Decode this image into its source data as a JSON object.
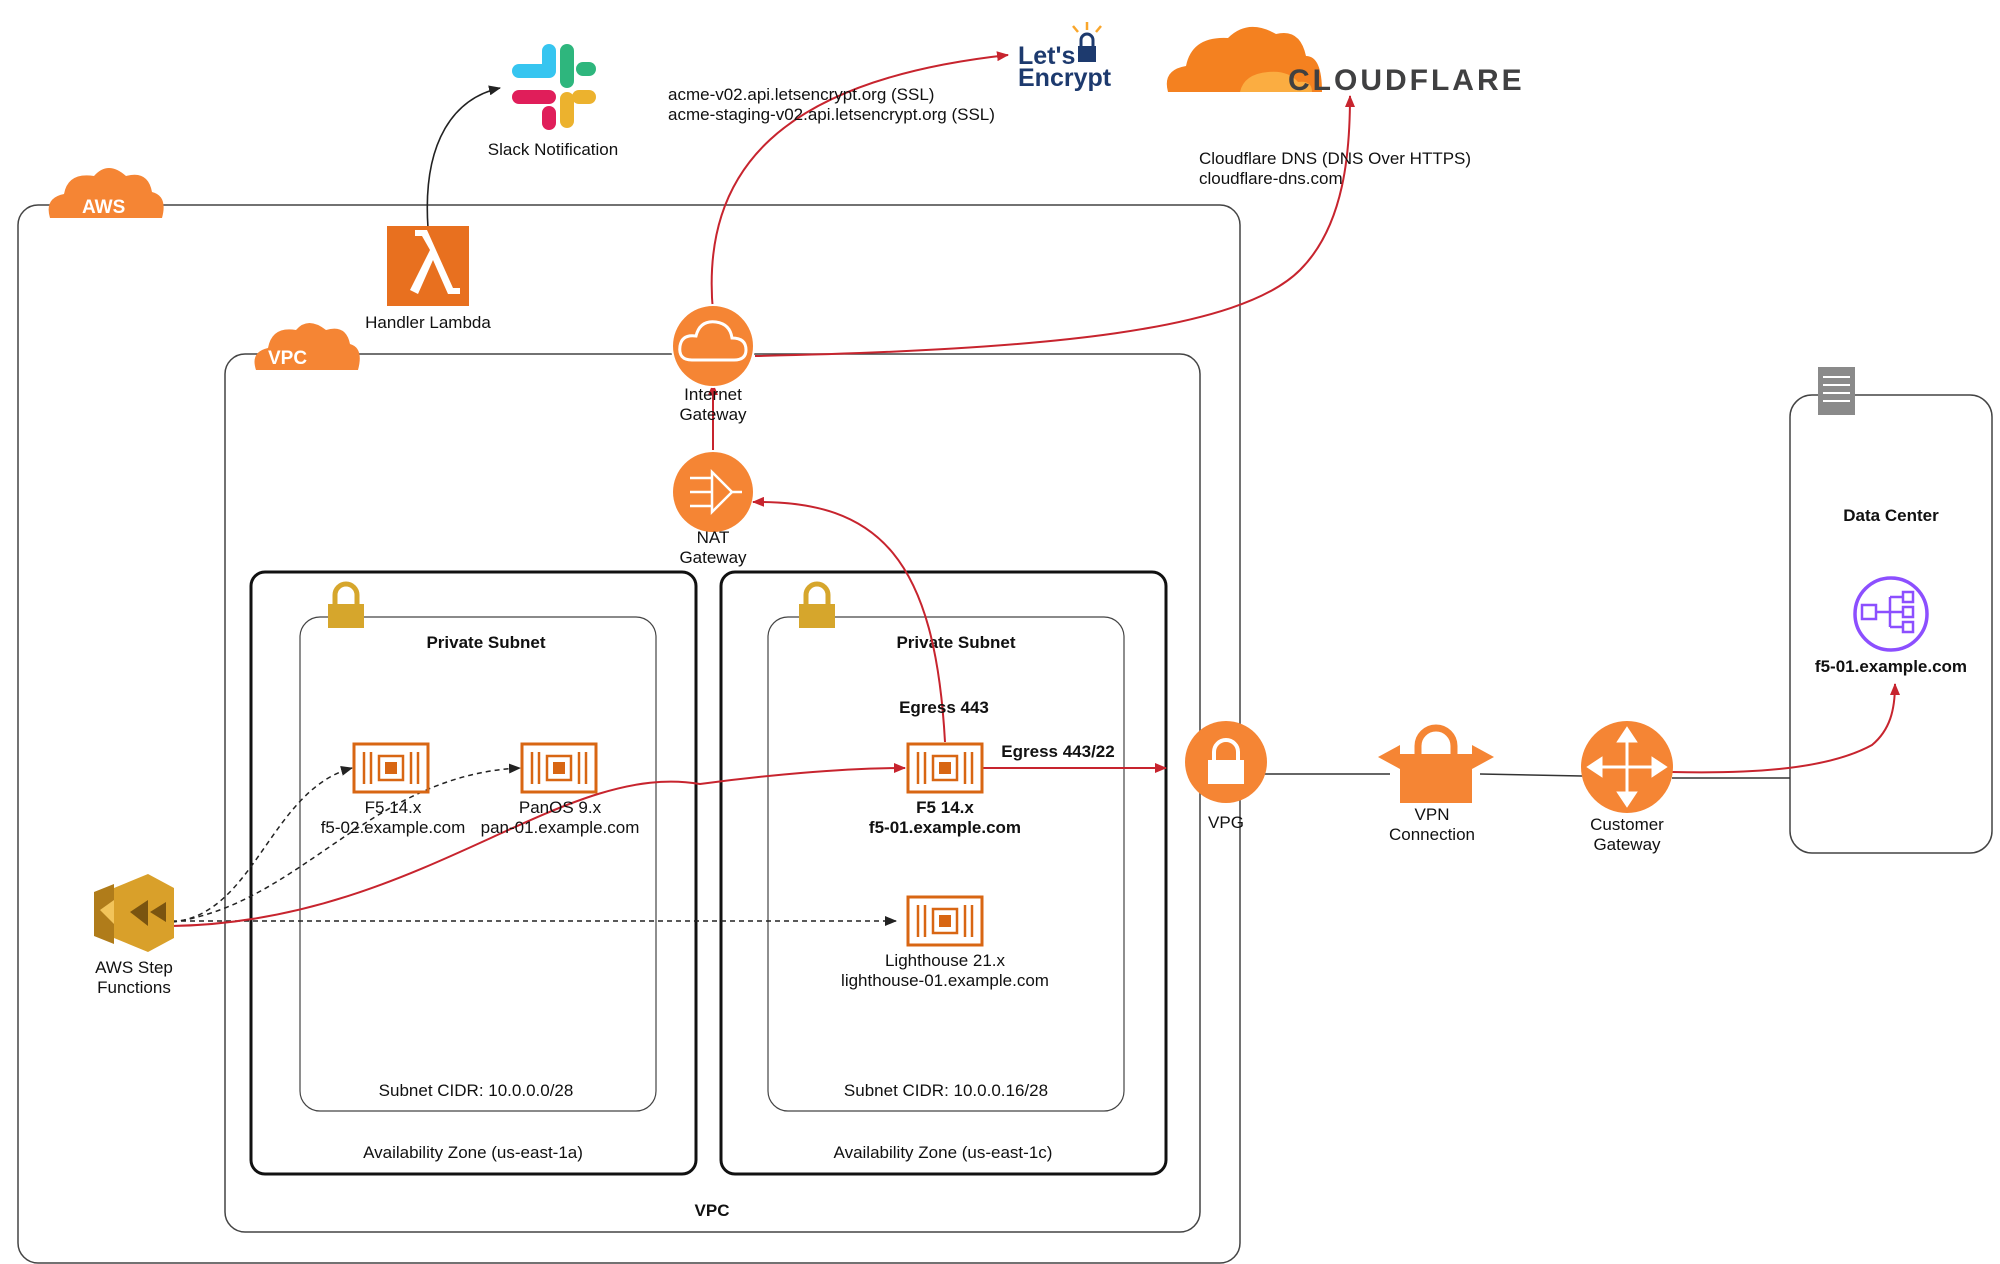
{
  "external": {
    "slack_label": "Slack Notification",
    "letsencrypt_lines": [
      "acme-v02.api.letsencrypt.org (SSL)",
      "acme-staging-v02.api.letsencrypt.org (SSL)"
    ],
    "letsencrypt_logo_line1": "Let's",
    "letsencrypt_logo_line2": "Encrypt",
    "cloudflare_logo": "CLOUDFLARE",
    "cloudflare_lines": [
      "Cloudflare DNS (DNS Over HTTPS)",
      "cloudflare-dns.com"
    ]
  },
  "aws": {
    "tag": "AWS",
    "lambda_label": "Handler Lambda",
    "step_functions_label": [
      "AWS Step",
      "Functions"
    ]
  },
  "vpc": {
    "tag": "VPC",
    "bottom_label": "VPC",
    "internet_gateway_label": [
      "Internet",
      "Gateway"
    ],
    "nat_gateway_label": [
      "NAT",
      "Gateway"
    ],
    "vpg_label": "VPG"
  },
  "az_a": {
    "label": "Availability Zone (us-east-1a)",
    "subnet_title": "Private Subnet",
    "subnet_cidr": "Subnet CIDR: 10.0.0.0/28",
    "instances": [
      {
        "line1": "F5 14.x",
        "line2": "f5-02.example.com"
      },
      {
        "line1": "PanOS 9.x",
        "line2": "pan-01.example.com"
      }
    ]
  },
  "az_c": {
    "label": "Availability Zone (us-east-1c)",
    "subnet_title": "Private Subnet",
    "subnet_cidr": "Subnet CIDR: 10.0.0.16/28",
    "egress_443": "Egress 443",
    "egress_443_22": "Egress 443/22",
    "instances": [
      {
        "line1": "F5 14.x",
        "line2": "f5-01.example.com"
      },
      {
        "line1": "Lighthouse 21.x",
        "line2": "lighthouse-01.example.com"
      }
    ]
  },
  "vpn": {
    "vpn_label": [
      "VPN",
      "Connection"
    ],
    "customer_gateway_label": [
      "Customer",
      "Gateway"
    ]
  },
  "datacenter": {
    "title": "Data Center",
    "host": "f5-01.example.com"
  },
  "colors": {
    "aws_orange": "#F58534",
    "instance_orange": "#D86613",
    "red_flow": "#C7242E",
    "step_gold": "#D9A02A",
    "purple": "#8C4FFF",
    "lock_gold": "#D6A62C"
  }
}
